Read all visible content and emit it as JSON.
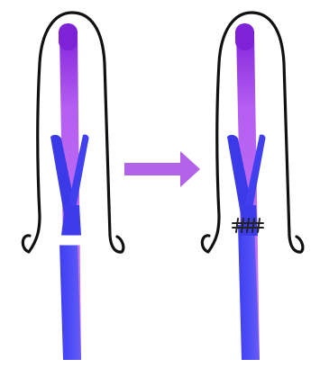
{
  "colors": {
    "background": "#ffffff",
    "outline": "#111111",
    "purple_band": "#b15ff0",
    "purple_dark": "#8a2be2",
    "blue_band": "#4a4af5",
    "blue_dark": "#3b3be6",
    "arrow": "#b162e8",
    "gap_marker": "#ffffff",
    "suture": "#222222"
  },
  "panels": [
    {
      "name": "before-panel",
      "state": "separated",
      "marker": "white-gap"
    },
    {
      "name": "after-panel",
      "state": "sutured",
      "marker": "cross-stitches"
    }
  ],
  "arrow": {
    "direction": "right",
    "icon": "right-arrow-icon"
  }
}
